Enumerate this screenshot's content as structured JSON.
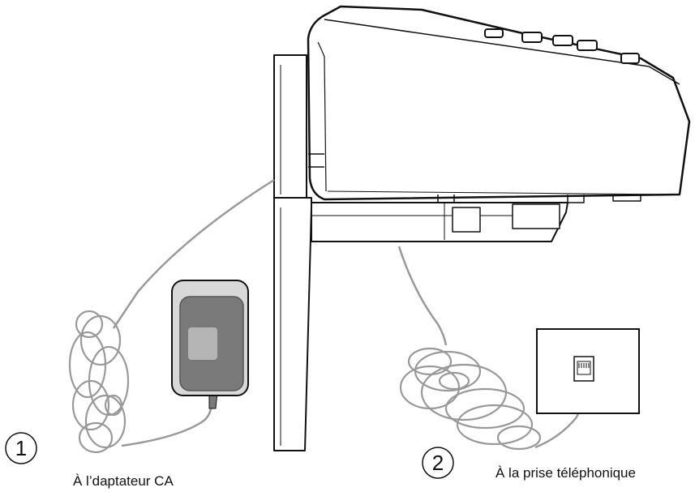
{
  "callouts": [
    {
      "number": "1",
      "label": "À l’daptateur CA"
    },
    {
      "number": "2",
      "label": "À la prise téléphonique"
    }
  ],
  "colors": {
    "line": "#111111",
    "cord": "#999999",
    "adapter_dark": "#7a7a7a",
    "adapter_light": "#b5b5b5",
    "adapter_frame": "#d8d8d8"
  }
}
